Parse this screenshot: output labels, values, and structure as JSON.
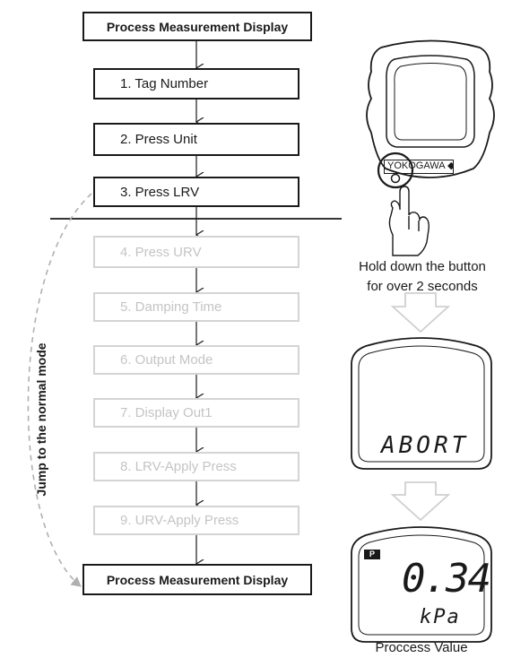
{
  "flowchart": {
    "top_box": "Process Measurement Display",
    "steps": [
      {
        "label": "1. Tag Number",
        "active": true
      },
      {
        "label": "2. Press Unit",
        "active": true
      },
      {
        "label": "3. Press LRV",
        "active": true
      },
      {
        "label": "4. Press URV",
        "active": false
      },
      {
        "label": "5. Damping Time",
        "active": false
      },
      {
        "label": "6. Output Mode",
        "active": false
      },
      {
        "label": "7. Display Out1",
        "active": false
      },
      {
        "label": "8. LRV-Apply Press",
        "active": false
      },
      {
        "label": "9. URV-Apply Press",
        "active": false
      }
    ],
    "bottom_box": "Process Measurement Display",
    "side_label": "Jump to the normal mode"
  },
  "device": {
    "brand": "YOKOGAWA ◆",
    "instruction_line1": "Hold down the button",
    "instruction_line2": "for over 2 seconds"
  },
  "display_abort": {
    "text": "ABORT"
  },
  "display_value": {
    "badge": "P",
    "value": "0.34",
    "unit": "kPa",
    "caption": "Proccess Value"
  },
  "colors": {
    "active_border": "#1a1a1a",
    "inactive_border": "#d4d4d4",
    "inactive_text": "#c4c4c4",
    "arrow_fill": "#d9d9d9",
    "dashed_arc": "#b0b0b0"
  },
  "icons": [
    "hand-pointer-icon",
    "down-arrow-icon"
  ]
}
